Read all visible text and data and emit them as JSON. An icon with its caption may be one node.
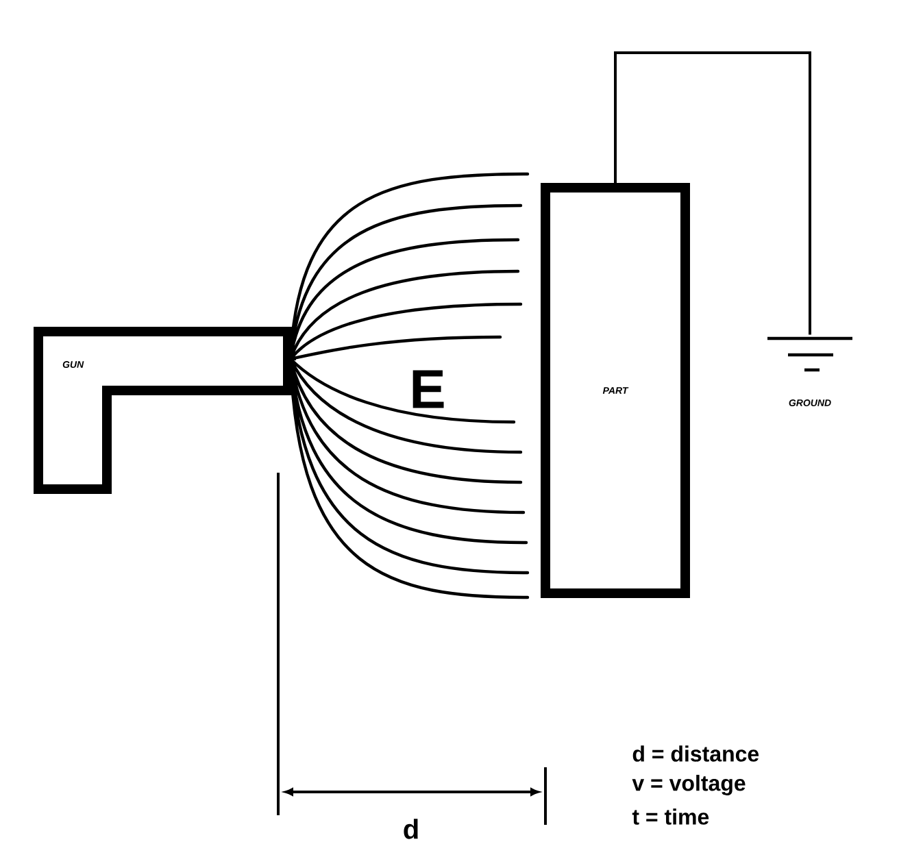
{
  "diagram": {
    "nodes": [
      {
        "text": [
          "GUN"
        ]
      },
      {
        "text": [
          "PART"
        ]
      },
      {
        "text": [
          "GROUND"
        ]
      }
    ],
    "edges": [
      {
        "from": 1,
        "to": 2,
        "arrow": "none"
      }
    ],
    "labels": [
      "E",
      "d",
      "d = distance",
      "v = voltage",
      "t = time"
    ]
  }
}
